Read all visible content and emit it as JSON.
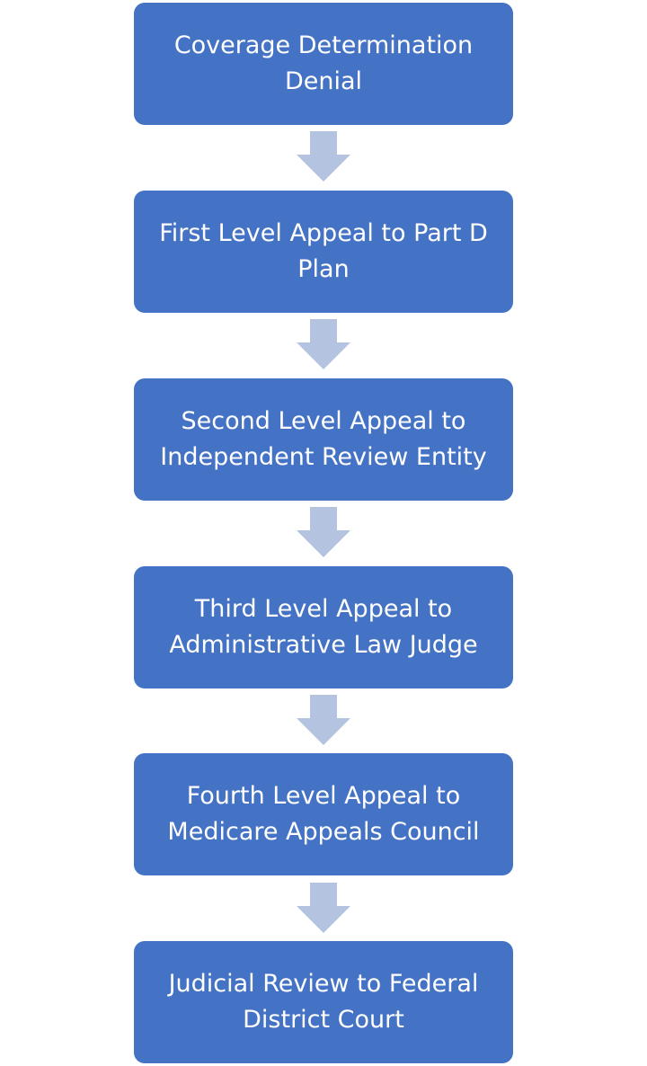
{
  "flowchart": {
    "steps": [
      {
        "label": "Coverage Determination\nDenial"
      },
      {
        "label": "First Level Appeal to Part D\nPlan"
      },
      {
        "label": "Second Level Appeal to\nIndependent Review Entity"
      },
      {
        "label": "Third Level Appeal to\nAdministrative Law Judge"
      },
      {
        "label": "Fourth Level Appeal to\nMedicare Appeals Council"
      },
      {
        "label": "Judicial Review to Federal\nDistrict Court"
      }
    ]
  },
  "colors": {
    "box_fill": "#4472c4",
    "box_text": "#ffffff",
    "arrow_fill": "#b4c3e0"
  }
}
